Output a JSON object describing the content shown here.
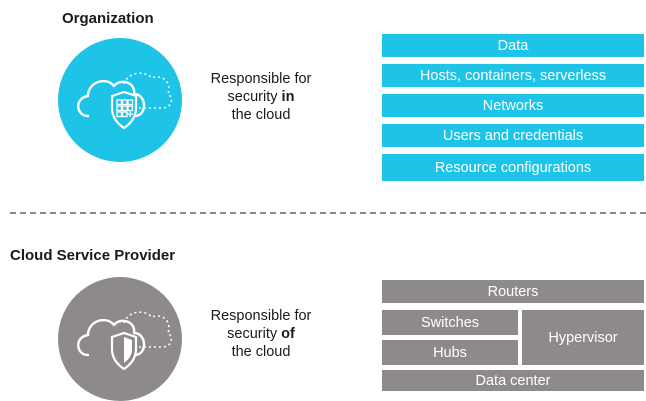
{
  "organization": {
    "title": "Organization",
    "responsibility_line1": "Responsible for",
    "responsibility_pre": "security ",
    "responsibility_bold": "in",
    "responsibility_line3": "the cloud",
    "layers": [
      "Data",
      "Hosts, containers, serverless",
      "Networks",
      "Users and credentials",
      "Resource configurations"
    ],
    "color": "#1ec4e8"
  },
  "provider": {
    "title": "Cloud Service Provider",
    "responsibility_line1": "Responsible for",
    "responsibility_pre": "security ",
    "responsibility_bold": "of",
    "responsibility_line3": "the cloud",
    "layers": {
      "routers": "Routers",
      "switches": "Switches",
      "hubs": "Hubs",
      "hypervisor": "Hypervisor",
      "datacenter": "Data center"
    },
    "color": "#8e8a8a"
  },
  "icons": {
    "org": "cloud-shield-grid-icon",
    "provider": "cloud-shield-icon"
  }
}
